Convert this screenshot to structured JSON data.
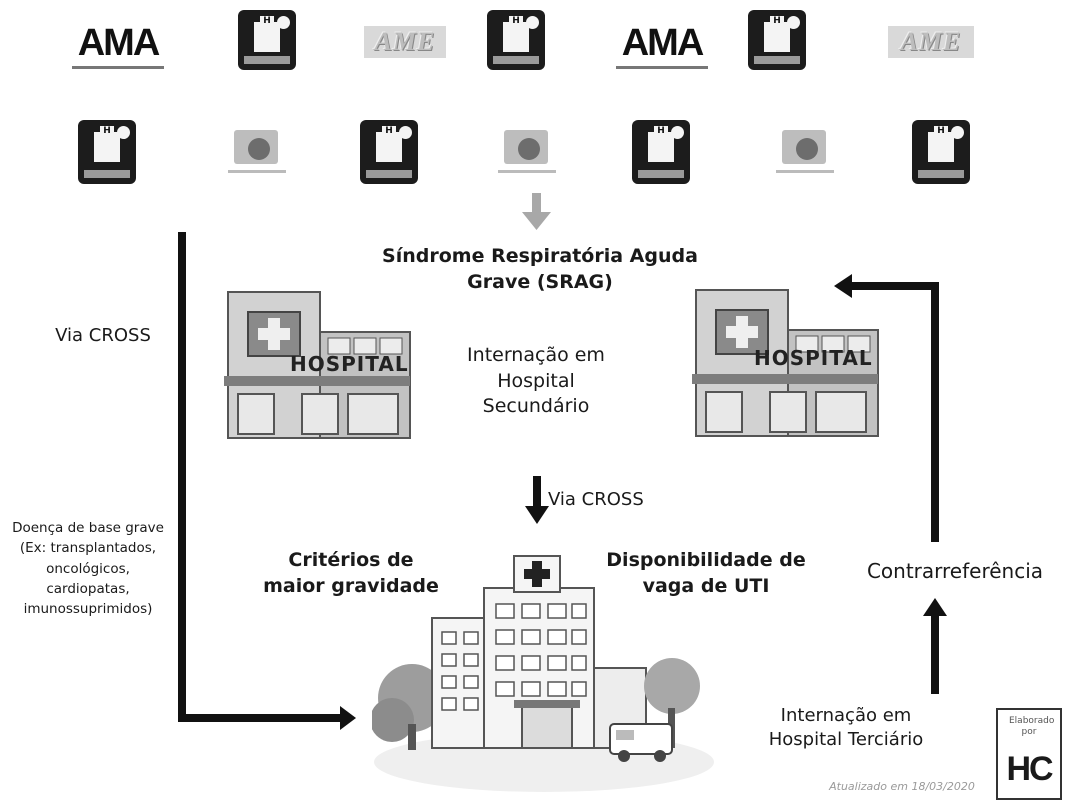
{
  "title": "Síndrome Respiratória Aguda Grave (SRAG)",
  "secondary_hospital_label": "Internação em Hospital Secundário",
  "via_cross_left": "Via CROSS",
  "via_cross_center": "Via CROSS",
  "criteria_severity": "Critérios de maior gravidade",
  "icu_availability": "Disponibilidade de vaga de UTI",
  "counter_referral": "Contrarreferência",
  "tertiary_hospital_label": "Internação em Hospital Terciário",
  "base_disease": "Doença de base grave (Ex: transplantados, oncológicos, cardiopatas, imunossuprimidos)",
  "hospital_sign": "HOSPITAL",
  "ama_logo": "AMA",
  "ame_logo": "AME",
  "updated": "Atualizado em 18/03/2020",
  "elaborated_by": "Elaborado por",
  "hc_logo": "HC"
}
